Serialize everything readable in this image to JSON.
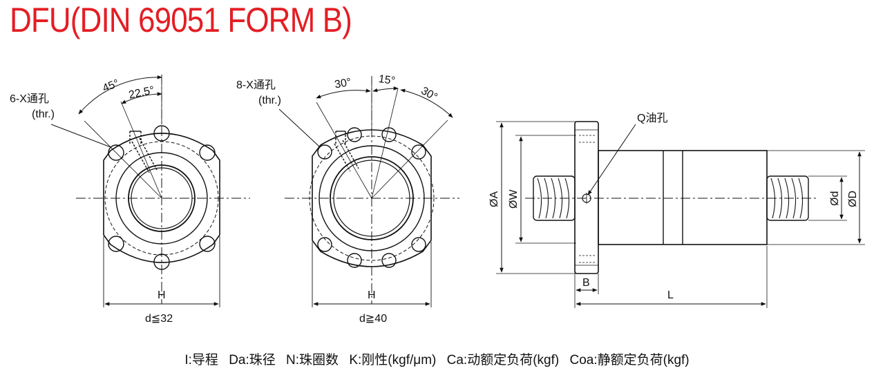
{
  "title": "DFU(DIN 69051 FORM B)",
  "views": {
    "small": {
      "hole_label": "6-X通孔",
      "thr_label": "(thr.)",
      "angle_a": "45°",
      "angle_b": "22.5°",
      "h_label": "H",
      "condition": "d≦32"
    },
    "large": {
      "hole_label": "8-X通孔",
      "thr_label": "(thr.)",
      "angle_a": "30°",
      "angle_b": "15°",
      "angle_c": "30°",
      "h_label": "H",
      "condition": "d≧40"
    },
    "side": {
      "oil_hole": "Q油孔",
      "dia_a": "ØA",
      "dia_w": "ØW",
      "dia_d": "Ød",
      "dia_D": "ØD",
      "b_label": "B",
      "l_label": "L"
    }
  },
  "legend": [
    "I:导程",
    "Da:珠径",
    "N:珠圈数",
    "K:刚性(kgf/μm)",
    "Ca:动额定负荷(kgf)",
    "Coa:静额定负荷(kgf)"
  ],
  "colors": {
    "title": "#e31e24",
    "line": "#111111"
  }
}
